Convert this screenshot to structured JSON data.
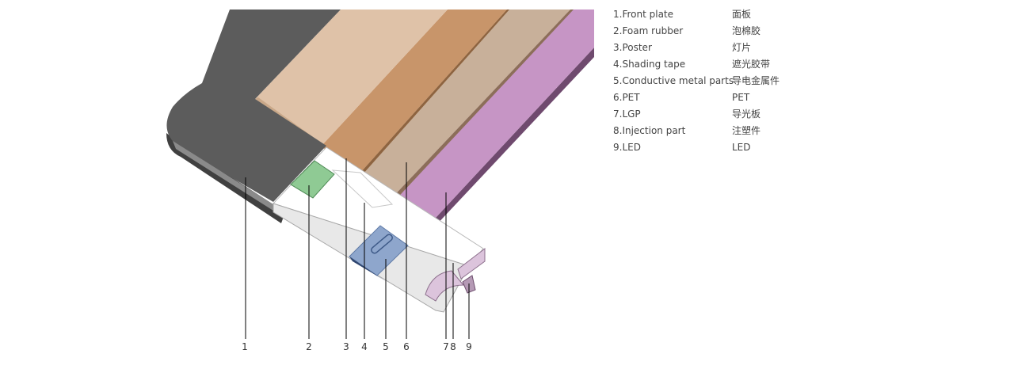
{
  "legend": [
    {
      "en": "1.Front plate",
      "cn": "面板"
    },
    {
      "en": "2.Foam rubber",
      "cn": "泡棉胶"
    },
    {
      "en": "3.Poster",
      "cn": "灯片"
    },
    {
      "en": "4.Shading tape",
      "cn": "遮光胶带"
    },
    {
      "en": "5.Conductive metal parts",
      "cn": "导电金属件"
    },
    {
      "en": "6.PET",
      "cn": "PET"
    },
    {
      "en": "7.LGP",
      "cn": "导光板"
    },
    {
      "en": "8.Injection part",
      "cn": "注塑件"
    },
    {
      "en": "9.LED",
      "cn": "LED"
    }
  ],
  "callouts": [
    "1",
    "2",
    "3",
    "4",
    "5",
    "6",
    "7",
    "8",
    "9"
  ],
  "colors": {
    "front_plate": "#5c5c5c",
    "foam_rubber": "#8fca94",
    "poster": "#c8956a",
    "shading_tape": "#ffffff",
    "conductive_metal": "#8ea6cc",
    "pet": "#c8b09a",
    "lgp": "#c695c5",
    "injection_part": "#dcc4dc",
    "led": "#b59ab5",
    "sheet_top": "#dfc2a8"
  }
}
